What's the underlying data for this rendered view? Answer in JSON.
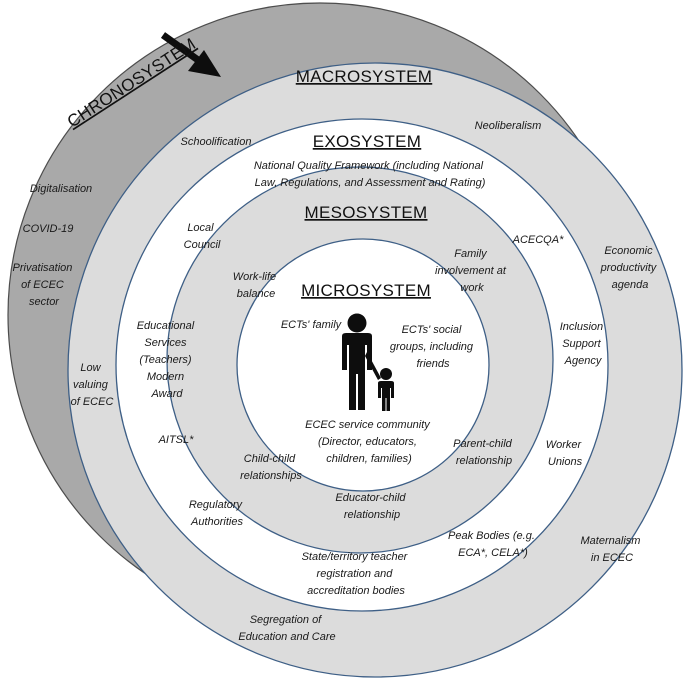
{
  "colors": {
    "chrono_fill": "#a9a9a9",
    "ring_fill": "#dcdcdc",
    "inner_fill": "#ffffff",
    "outline_chrono": "#4d4d4d",
    "outline_ring": "#3e5f86",
    "figure": "#0d0d0d"
  },
  "icons": {
    "arrow": "time-arrow-icon",
    "family": "parent-child-figure-icon"
  },
  "titles": {
    "chronosystem": "CHRONOSYSTEM",
    "macrosystem": "MACROSYSTEM",
    "exosystem": "EXOSYSTEM",
    "mesosystem": "MESOSYSTEM",
    "microsystem": "MICROSYSTEM"
  },
  "chronosystem": {
    "digitalisation": "Digitalisation",
    "covid": "COVID-19",
    "privatisation": [
      "Privatisation",
      "of ECEC",
      "sector"
    ],
    "low_valuing": [
      "Low",
      "valuing",
      "of ECEC"
    ]
  },
  "macrosystem": {
    "schoolification": "Schoolification",
    "neoliberalism": "Neoliberalism",
    "economic": [
      "Economic",
      "productivity",
      "agenda"
    ],
    "maternalism": [
      "Maternalism",
      "in ECEC"
    ],
    "segregation": [
      "Segregation of",
      "Education and Care"
    ]
  },
  "exosystem": {
    "nqf": [
      "National Quality Framework (including National",
      "Law, Regulations, and Assessment and Rating)"
    ],
    "local_council": [
      "Local",
      "Council"
    ],
    "acecqa": "ACECQA*",
    "inclusion": [
      "Inclusion",
      "Support",
      "Agency"
    ],
    "award": [
      "Educational",
      "Services",
      "(Teachers)",
      "Modern",
      "Award"
    ],
    "aitsl": "AITSL*",
    "worker_unions": [
      "Worker",
      "Unions"
    ],
    "regulatory": [
      "Regulatory",
      "Authorities"
    ],
    "peak_bodies": [
      "Peak Bodies (e.g.",
      "ECA*, CELA*)"
    ],
    "registration": [
      "State/territory teacher",
      "registration and",
      "accreditation bodies"
    ]
  },
  "mesosystem": {
    "work_life": [
      "Work-life",
      "balance"
    ],
    "family_involvement": [
      "Family",
      "involvement at",
      "work"
    ],
    "child_child": [
      "Child-child",
      "relationships"
    ],
    "parent_child": [
      "Parent-child",
      "relationship"
    ],
    "educator_child": [
      "Educator-child",
      "relationship"
    ]
  },
  "microsystem": {
    "ects_family": "ECTs' family",
    "social_groups": [
      "ECTs' social",
      "groups, including",
      "friends"
    ],
    "service_community": [
      "ECEC service community",
      "(Director, educators,",
      "children, families)"
    ]
  }
}
